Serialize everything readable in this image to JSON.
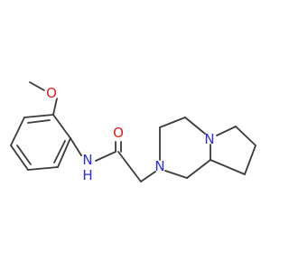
{
  "molecule": {
    "labels": {
      "oxygen_methoxy": "O",
      "oxygen_carbonyl": "O",
      "amide_nh": "N\nH",
      "amide_n": "N",
      "amide_h": "H",
      "piperazine_n": "N",
      "bridgehead_n": "N"
    },
    "colors": {
      "bond": "#3a3a3a",
      "oxygen": "#e02020",
      "nitrogen": "#2b2bd9"
    }
  }
}
